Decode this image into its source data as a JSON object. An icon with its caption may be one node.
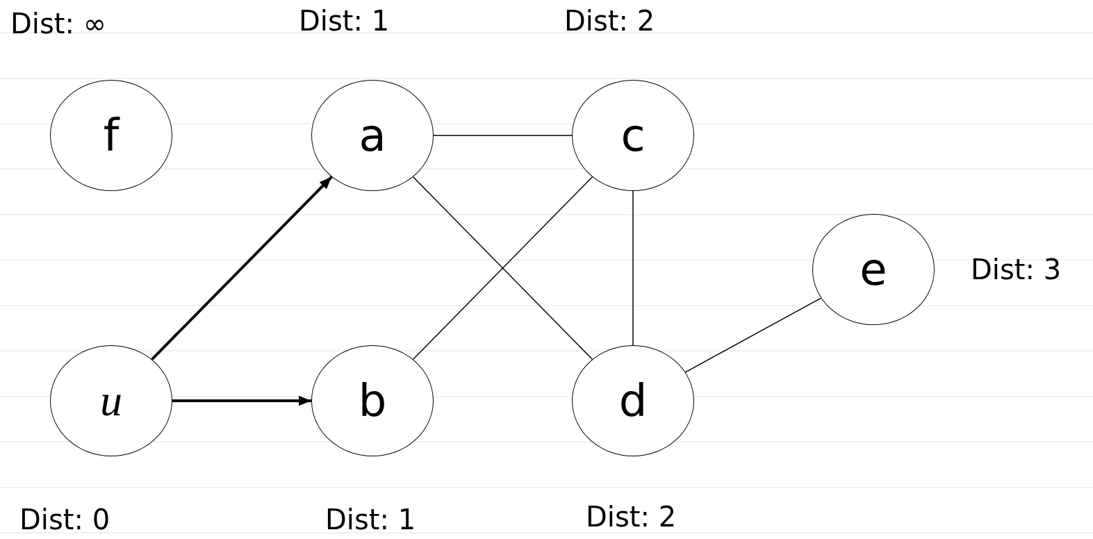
{
  "diagram": {
    "nodes": [
      {
        "text": [
          "f"
        ],
        "beside": [
          "Dist: ∞"
        ]
      },
      {
        "text": [
          "a"
        ],
        "beside": [
          "Dist: 1"
        ]
      },
      {
        "text": [
          "c"
        ],
        "beside": [
          "Dist: 2"
        ]
      },
      {
        "text": [
          "e"
        ],
        "beside": [
          "Dist: 3"
        ]
      },
      {
        "text": [
          "u"
        ],
        "beside": [
          "Dist: 0"
        ]
      },
      {
        "text": [
          "b"
        ],
        "beside": [
          "Dist: 1"
        ]
      },
      {
        "text": [
          "d"
        ],
        "beside": [
          "Dist: 2"
        ]
      }
    ],
    "edges": [
      {
        "from": 4,
        "to": 1,
        "arrow": "to",
        "style": "thick"
      },
      {
        "from": 4,
        "to": 5,
        "arrow": "to",
        "style": "thick"
      },
      {
        "from": 1,
        "to": 2,
        "arrow": "none"
      },
      {
        "from": 1,
        "to": 6,
        "arrow": "none"
      },
      {
        "from": 5,
        "to": 2,
        "arrow": "none"
      },
      {
        "from": 2,
        "to": 6,
        "arrow": "none"
      },
      {
        "from": 6,
        "to": 3,
        "arrow": "none"
      }
    ]
  }
}
